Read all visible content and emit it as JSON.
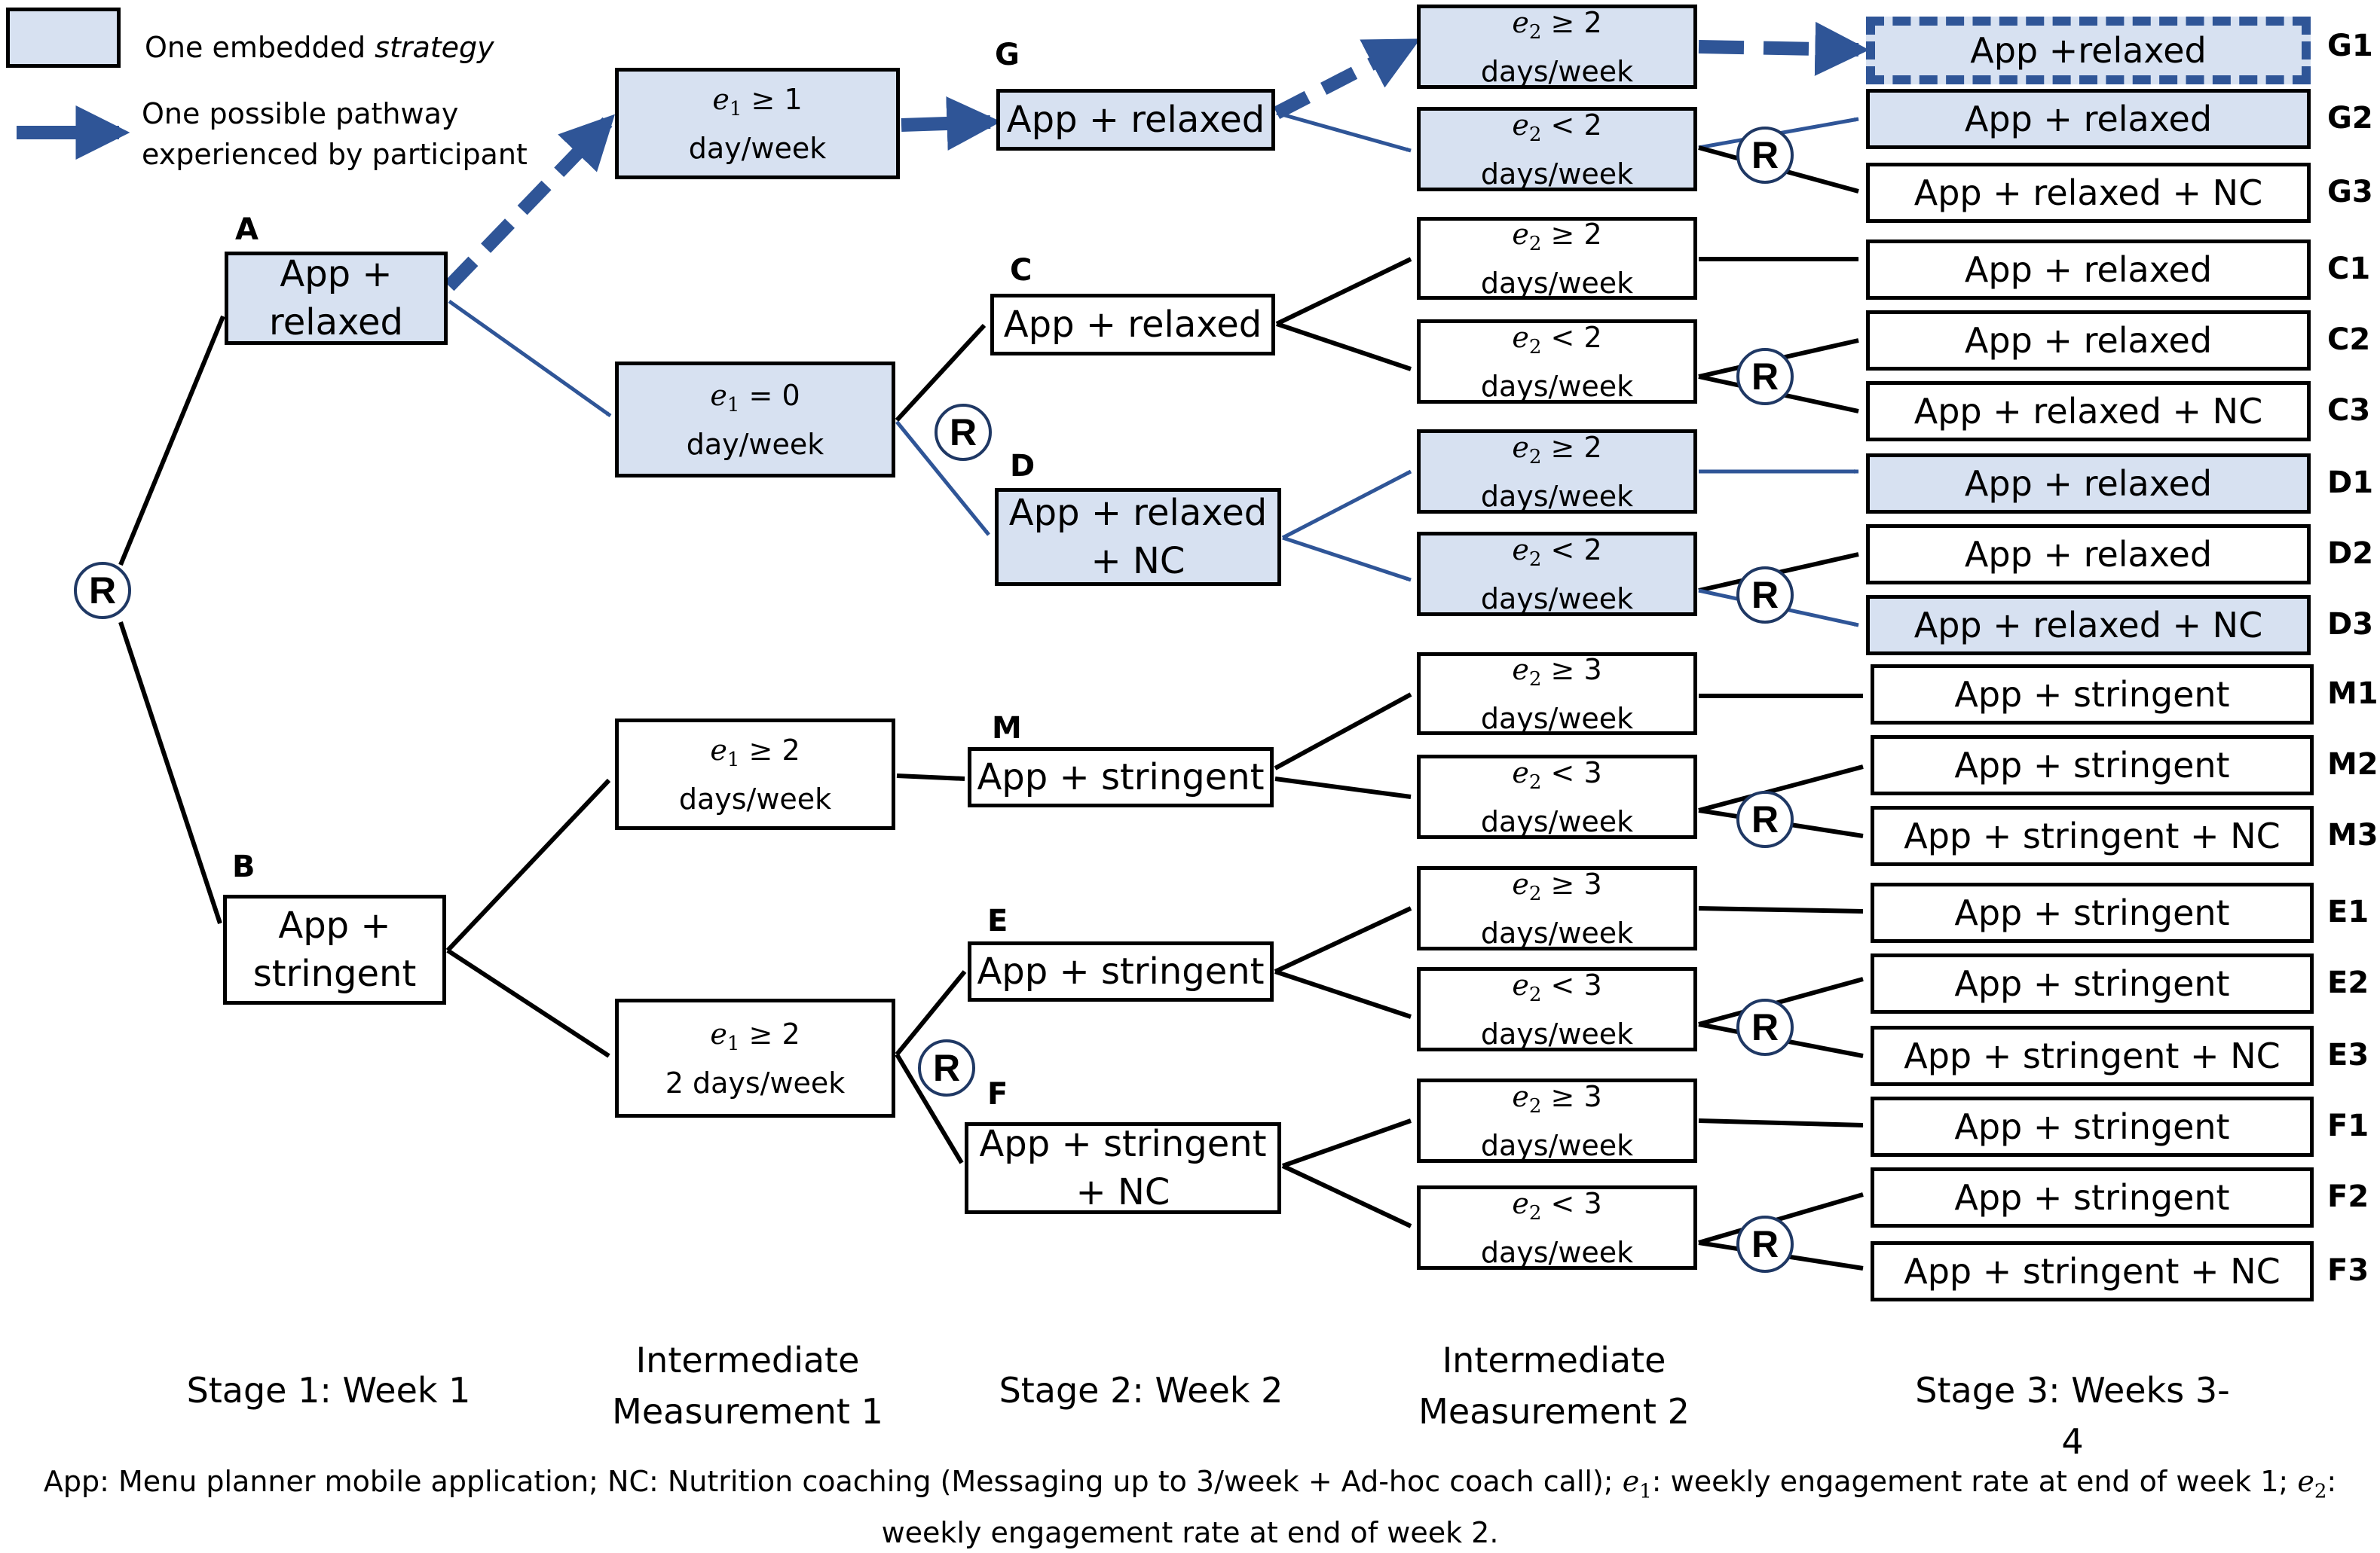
{
  "legend": {
    "strategy_label_prefix": "One embedded ",
    "strategy_label_em": "strategy",
    "pathway_label_line1": "One possible pathway",
    "pathway_label_line2": "experienced by participant"
  },
  "randomization_label": "R",
  "stage1": {
    "A": {
      "label": "A",
      "lines": [
        "App +",
        "relaxed"
      ]
    },
    "B": {
      "label": "B",
      "lines": [
        "App +",
        "stringent"
      ]
    }
  },
  "intermediate1": [
    {
      "e": "1",
      "op": "≥",
      "num": "1",
      "unit": "day/week"
    },
    {
      "e": "1",
      "op": "=",
      "num": "0",
      "unit": "day/week"
    },
    {
      "e": "1",
      "op": "≥",
      "num": "2",
      "unit": "days/week"
    },
    {
      "e": "1",
      "op": "≥",
      "num": "2",
      "unit": "2 days/week"
    }
  ],
  "stage2": {
    "G": {
      "label": "G",
      "lines": [
        "App + relaxed"
      ]
    },
    "C": {
      "label": "C",
      "lines": [
        "App + relaxed"
      ]
    },
    "D": {
      "label": "D",
      "lines": [
        "App + relaxed",
        "+ NC"
      ]
    },
    "M": {
      "label": "M",
      "lines": [
        "App + stringent"
      ]
    },
    "E": {
      "label": "E",
      "lines": [
        "App + stringent"
      ]
    },
    "F": {
      "label": "F",
      "lines": [
        "App + stringent",
        "+ NC"
      ]
    }
  },
  "intermediate2": [
    {
      "e": "2",
      "op": "≥",
      "num": "2",
      "unit": "days/week"
    },
    {
      "e": "2",
      "op": "<",
      "num": "2",
      "unit": "days/week"
    },
    {
      "e": "2",
      "op": "≥",
      "num": "2",
      "unit": "days/week"
    },
    {
      "e": "2",
      "op": "<",
      "num": "2",
      "unit": "days/week"
    },
    {
      "e": "2",
      "op": "≥",
      "num": "2",
      "unit": "days/week"
    },
    {
      "e": "2",
      "op": "<",
      "num": "2",
      "unit": "days/week"
    },
    {
      "e": "2",
      "op": "≥",
      "num": "3",
      "unit": "days/week"
    },
    {
      "e": "2",
      "op": "<",
      "num": "3",
      "unit": "days/week"
    },
    {
      "e": "2",
      "op": "≥",
      "num": "3",
      "unit": "days/week"
    },
    {
      "e": "2",
      "op": "<",
      "num": "3",
      "unit": "days/week"
    },
    {
      "e": "2",
      "op": "≥",
      "num": "3",
      "unit": "days/week"
    },
    {
      "e": "2",
      "op": "<",
      "num": "3",
      "unit": "days/week"
    }
  ],
  "stage3": [
    {
      "code": "G1",
      "text": "App +relaxed"
    },
    {
      "code": "G2",
      "text": "App + relaxed"
    },
    {
      "code": "G3",
      "text": "App + relaxed + NC"
    },
    {
      "code": "C1",
      "text": "App + relaxed"
    },
    {
      "code": "C2",
      "text": "App + relaxed"
    },
    {
      "code": "C3",
      "text": "App + relaxed + NC"
    },
    {
      "code": "D1",
      "text": "App + relaxed"
    },
    {
      "code": "D2",
      "text": "App + relaxed"
    },
    {
      "code": "D3",
      "text": "App + relaxed + NC"
    },
    {
      "code": "M1",
      "text": "App + stringent"
    },
    {
      "code": "M2",
      "text": "App + stringent"
    },
    {
      "code": "M3",
      "text": "App + stringent + NC"
    },
    {
      "code": "E1",
      "text": "App + stringent"
    },
    {
      "code": "E2",
      "text": "App + stringent"
    },
    {
      "code": "E3",
      "text": "App + stringent + NC"
    },
    {
      "code": "F1",
      "text": "App + stringent"
    },
    {
      "code": "F2",
      "text": "App + stringent"
    },
    {
      "code": "F3",
      "text": "App + stringent + NC"
    }
  ],
  "stage_labels": {
    "stage1": "Stage 1: Week 1",
    "im1_line1": "Intermediate",
    "im1_line2": "Measurement 1",
    "stage2": "Stage 2: Week 2",
    "im2_line1": "Intermediate",
    "im2_line2": "Measurement 2",
    "stage3": "Stage 3: Weeks 3-4"
  },
  "footnote": {
    "part1": "App: Menu planner mobile application; NC: Nutrition  coaching (Messaging up to 3/week + Ad-hoc coach call); ",
    "e1_var": "e",
    "e1_sub": "1",
    "part2": ": weekly engagement rate at end of week 1; ",
    "e2_var": "e",
    "e2_sub": "2",
    "part3": ":",
    "line2": "weekly engagement rate at end of week 2."
  },
  "colors": {
    "highlight_fill": "#d7e1f1",
    "pathway_blue": "#2f5597",
    "arrow_black": "#000000"
  }
}
